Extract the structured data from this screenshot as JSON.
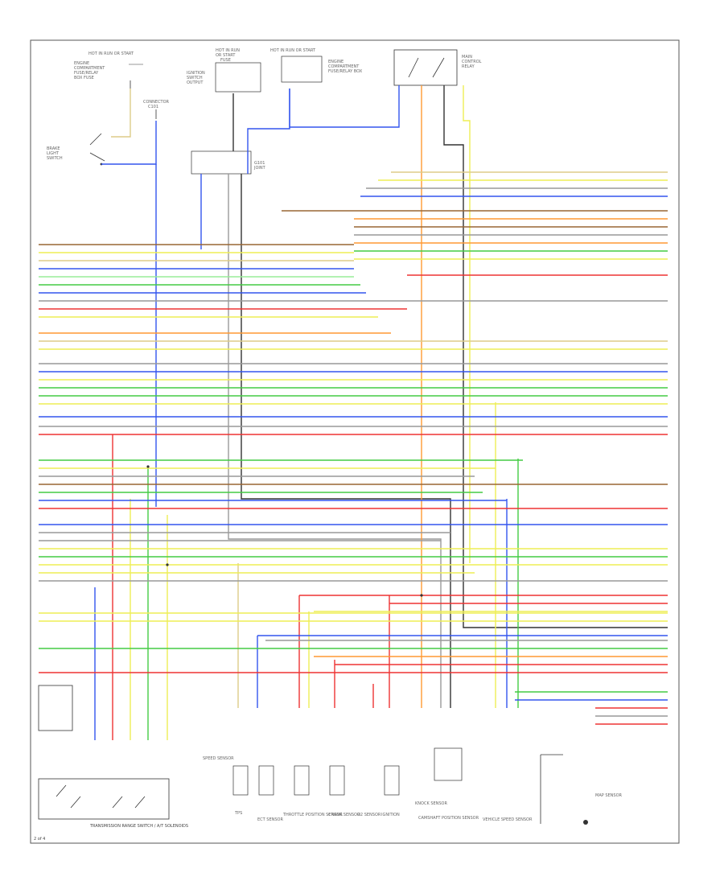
{
  "components": {
    "top_left_caption": [
      "HOT IN RUN OR START",
      "ENGINE",
      "COMPARTMENT",
      "FUSE/RELAY",
      "BOX FUSE"
    ],
    "top_center_caption": [
      "HOT IN RUN",
      "OR START",
      "FUSE"
    ],
    "top_right_caption": [
      "HOT IN RUN OR START",
      "ENGINE",
      "COMPARTMENT",
      "FUSE/RELAY BOX"
    ],
    "relay_caption": [
      "MAIN",
      "CONTROL",
      "RELAY"
    ],
    "switch_caption": [
      "BRAKE",
      "LIGHT",
      "SWITCH"
    ],
    "junction_caption": [
      "G101",
      "JOINT"
    ],
    "bottom_labels": [
      "SPEED SENSOR",
      "TPS",
      "ECT SENSOR",
      "THROTTLE POSITION SENSOR",
      "CRANK SENSOR",
      "O2 SENSOR",
      "IGNITION",
      "KNOCK SENSOR",
      "CAMSHAFT POSITION SENSOR",
      "VEHICLE SPEED SENSOR",
      "MAP SENSOR"
    ],
    "footer_left": "TRANSMISSION RANGE SWITCH / A/T SOLENOIDS",
    "footer_corner": "2 of 4"
  },
  "colors": {
    "frame": "#555555",
    "wire_black": "#333333",
    "wire_gray": "#999999",
    "wire_blue": "#3355ee",
    "wire_red": "#ee3333",
    "wire_yellow": "#eeee55",
    "wire_green": "#44cc44",
    "wire_orange": "#ff9933",
    "wire_brown": "#996633",
    "wire_lightgreen": "#99ee99",
    "wire_tan": "#ddcc88"
  }
}
